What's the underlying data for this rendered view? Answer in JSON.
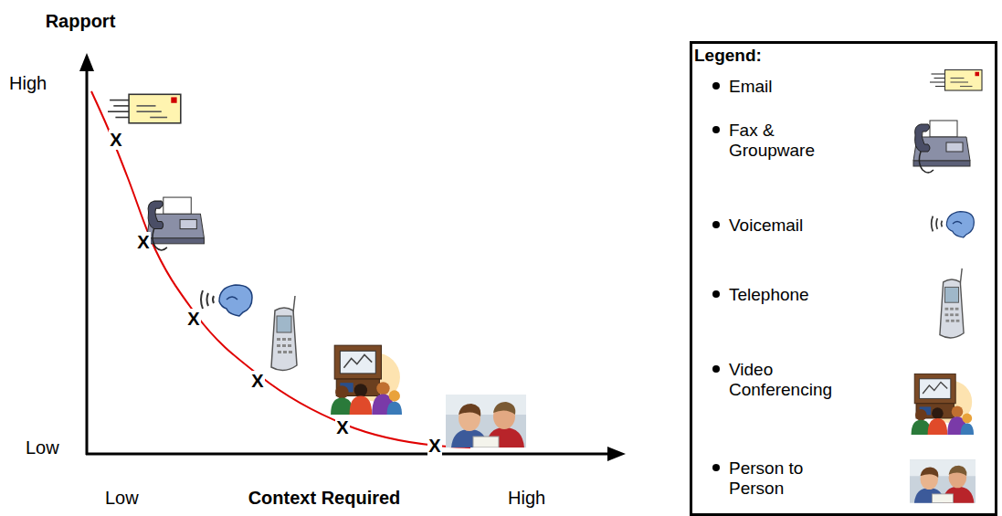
{
  "diagram": {
    "nodes": [
      {
        "text": [
          "Legend:"
        ]
      }
    ],
    "labels": [
      "Rapport",
      "High",
      "Low",
      "Low",
      "Context Required",
      "High",
      "X",
      "X",
      "X",
      "X",
      "X",
      "X"
    ],
    "legend": [
      {
        "text": "Email"
      },
      {
        "text": "Fax & Groupware"
      },
      {
        "text": "Voicemail"
      },
      {
        "text": "Telephone"
      },
      {
        "text": "Video Conferencing"
      },
      {
        "text": "Person to Person"
      }
    ]
  }
}
